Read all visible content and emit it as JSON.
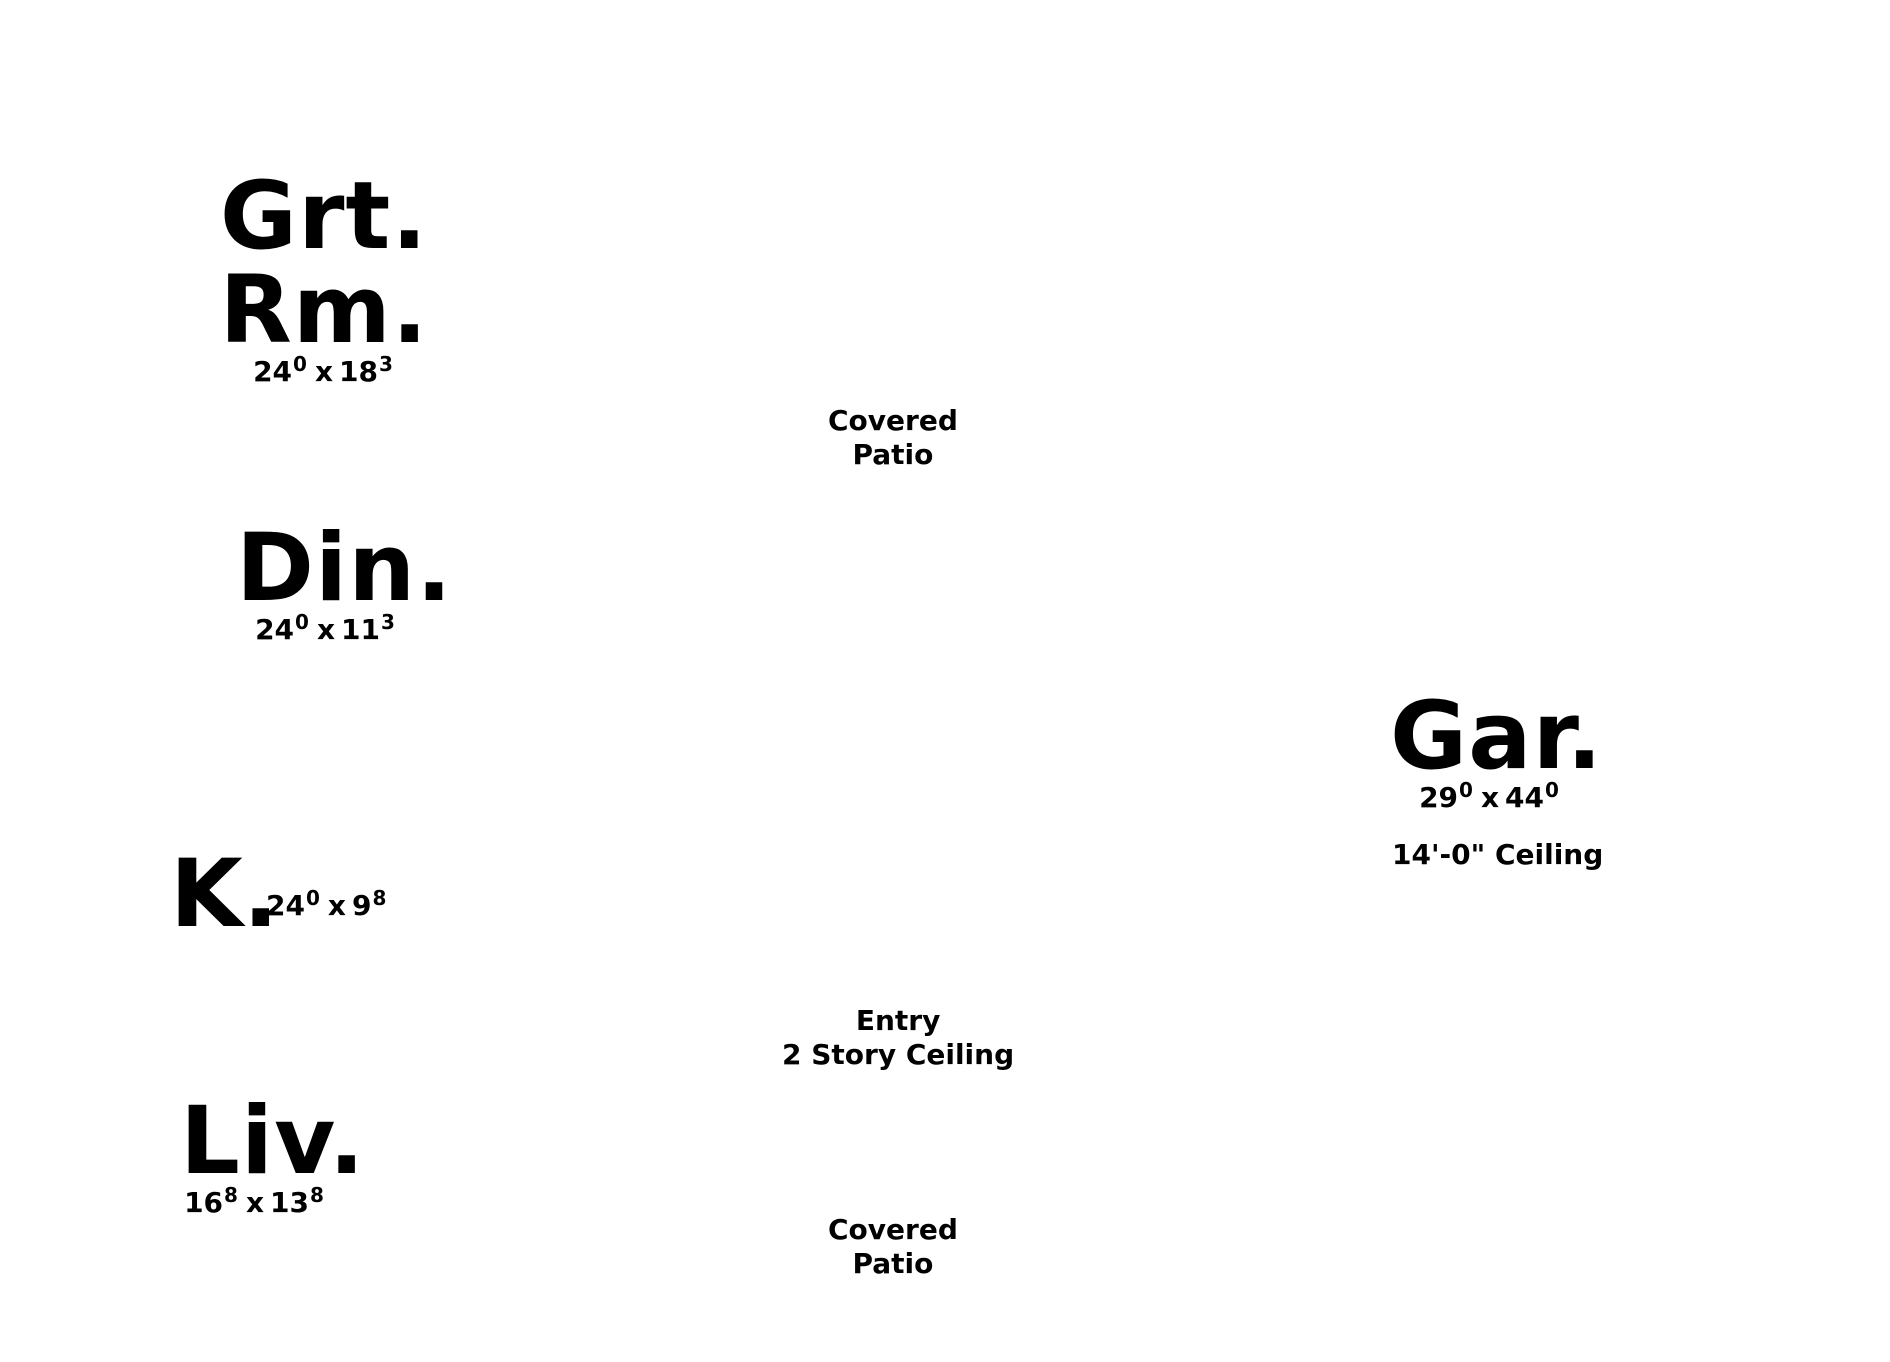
{
  "rooms": {
    "great_room": {
      "name": "Grt. Rm.",
      "w_ft": "24",
      "w_in": "0",
      "x": "x",
      "d_ft": "18",
      "d_in": "3"
    },
    "dining": {
      "name": "Din.",
      "w_ft": "24",
      "w_in": "0",
      "x": "x",
      "d_ft": "11",
      "d_in": "3"
    },
    "garage": {
      "name": "Gar.",
      "w_ft": "29",
      "w_in": "0",
      "x": "x",
      "d_ft": "44",
      "d_in": "0",
      "ceiling": "14'-0\" Ceiling"
    },
    "kitchen": {
      "name": "K.",
      "w_ft": "24",
      "w_in": "0",
      "x": "x",
      "d_ft": "9",
      "d_in": "8"
    },
    "living": {
      "name": "Liv.",
      "w_ft": "16",
      "w_in": "8",
      "x": "x",
      "d_ft": "13",
      "d_in": "8"
    }
  },
  "notes": {
    "patio_top": {
      "line1": "Covered",
      "line2": "Patio"
    },
    "entry": {
      "line1": "Entry",
      "line2": "2 Story Ceiling"
    },
    "patio_bottom": {
      "line1": "Covered",
      "line2": "Patio"
    }
  }
}
